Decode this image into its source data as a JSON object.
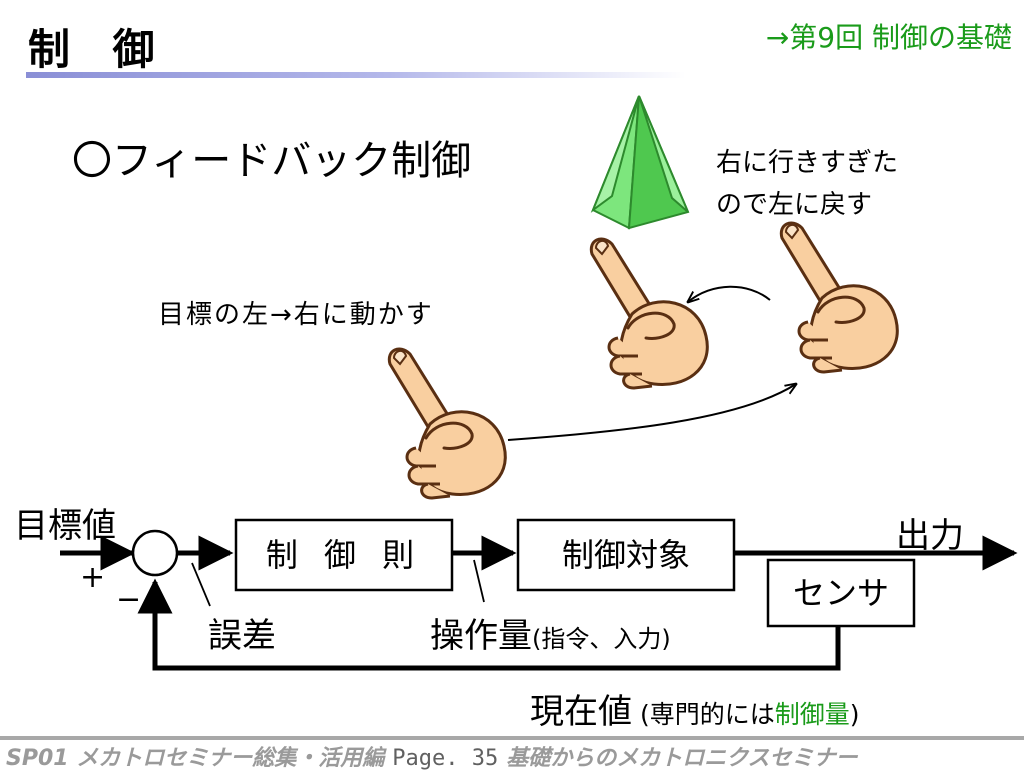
{
  "header": {
    "title": "制 御",
    "link": "→第9回 制御の基礎"
  },
  "heading": "〇フィードバック制御",
  "notes": {
    "right_line1": "右に行きすぎた",
    "right_line2": "ので左に戻す",
    "left": "目標の左→右に動かす"
  },
  "block_diagram": {
    "input_label": "目標値",
    "plus_sign": "+",
    "minus_sign": "−",
    "controller": "制 御 則",
    "plant": "制御対象",
    "sensor": "センサ",
    "output_label": "出力",
    "error_label": "誤差",
    "manipulated_label": "操作量",
    "manipulated_note": "(指令、入力)",
    "current_label": "現在値",
    "current_note_prefix": " (専門的には",
    "current_note_highlight": "制御量",
    "current_note_suffix": ")"
  },
  "footer": {
    "left": "SP01 メカトロセミナー総集・活用編",
    "page": "Page. 35",
    "right": "基礎からのメカトロニクスセミナー"
  },
  "colors": {
    "accent_green": "#1a9b1a",
    "pyramid_green": "#7de67d",
    "hand_skin": "#f9cfa0",
    "title_bar": "#8a8fd6",
    "footer_gray": "#9a9a9a"
  }
}
